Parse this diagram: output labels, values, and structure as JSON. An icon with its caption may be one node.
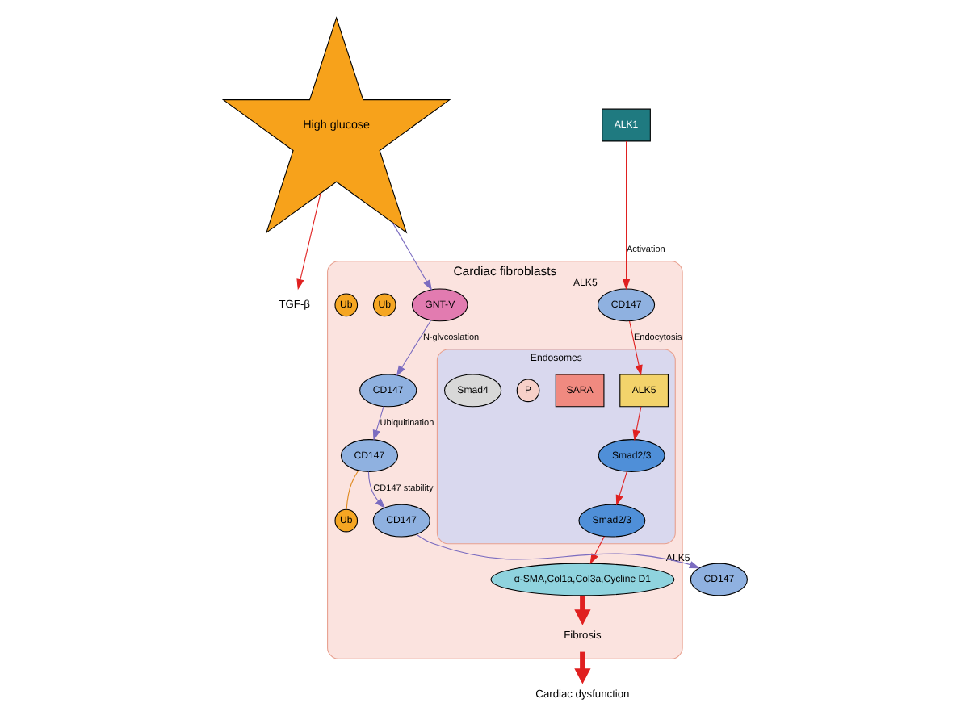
{
  "diagram": {
    "nodes": [
      {
        "text": [
          "Cardiac fibroblasts"
        ]
      },
      {
        "text": [
          "High glucose"
        ]
      },
      {
        "text": [
          "TGF-β"
        ]
      },
      {
        "text": [
          "CD147"
        ],
        "beside": [
          "ALK5"
        ]
      },
      {
        "text": [
          "ALK1"
        ]
      },
      {
        "text": [
          "CD147"
        ],
        "beside": [
          "ALK5"
        ],
        "in": 0
      },
      {
        "text": [
          "Endosomes"
        ],
        "in": 0
      },
      {
        "text": [
          "ALK5"
        ],
        "in": 6
      },
      {
        "text": [
          "SARA"
        ],
        "in": 6
      },
      {
        "text": [
          "Smad2/3"
        ],
        "in": 6
      },
      {
        "text": [
          "P"
        ],
        "in": 6
      },
      {
        "text": [
          "Smad2/3"
        ],
        "in": 6
      },
      {
        "text": [
          "Smad4"
        ],
        "in": 6
      },
      {
        "text": [
          "GNT-V"
        ],
        "in": 0
      },
      {
        "text": [
          "CD147"
        ],
        "in": 0
      },
      {
        "text": [
          "CD147"
        ],
        "in": 0
      },
      {
        "text": [
          "Ub"
        ],
        "in": 0
      },
      {
        "text": [
          "Ub"
        ],
        "in": 0
      },
      {
        "text": [
          "Ub"
        ],
        "in": 0
      },
      {
        "text": [
          "CD147"
        ],
        "in": 0
      },
      {
        "text": [
          "α-SMA,Col1a,Col3a,Cycline D1"
        ],
        "in": 0
      },
      {
        "text": [
          "Fibrosis"
        ],
        "in": 0
      },
      {
        "text": [
          "Cardiac dysfunction"
        ]
      }
    ],
    "edges": [
      {
        "from": 1,
        "to": 2,
        "arrow": "to"
      },
      {
        "from": 1,
        "to": 13,
        "arrow": "to",
        "color": "#7b6cc0"
      },
      {
        "from": 13,
        "to": 14,
        "arrow": "to",
        "label": "N-glvcoslation",
        "color": "#7b6cc0"
      },
      {
        "from": 14,
        "to": 15,
        "arrow": "to",
        "label": "Ubiquitination",
        "color": "#7b6cc0"
      },
      {
        "from": 15,
        "to": 16,
        "arrow": "none",
        "color": "#e08a20"
      },
      {
        "from": 15,
        "to": 19,
        "arrow": "to",
        "label": "CD147 stability",
        "color": "#7b6cc0"
      },
      {
        "from": 19,
        "to": 3,
        "arrow": "to",
        "color": "#7b6cc0"
      },
      {
        "from": 4,
        "to": 5,
        "arrow": "to",
        "label": "Activation"
      },
      {
        "from": 5,
        "to": 7,
        "arrow": "to",
        "label": "Endocytosis"
      },
      {
        "from": 7,
        "to": 9,
        "arrow": "to"
      },
      {
        "from": 9,
        "to": 11,
        "arrow": "to"
      },
      {
        "from": 11,
        "to": 20,
        "arrow": "to"
      },
      {
        "from": 20,
        "to": 21,
        "arrow": "to",
        "style": "thick"
      },
      {
        "from": 21,
        "to": 22,
        "arrow": "to",
        "style": "thick"
      }
    ]
  }
}
